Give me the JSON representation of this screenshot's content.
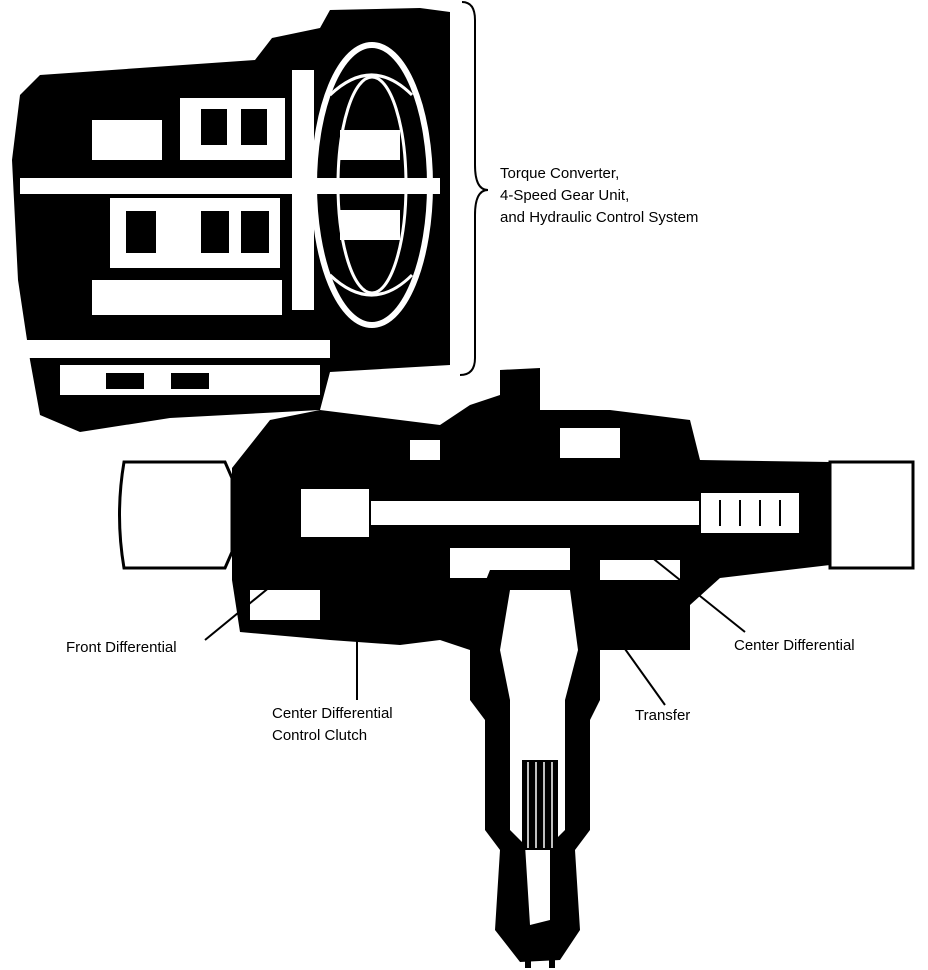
{
  "labels": {
    "converter_group": [
      "Torque Converter,",
      "4-Speed Gear Unit,",
      "and Hydraulic Control System"
    ],
    "front_differential": "Front Differential",
    "center_differential": "Center Differential",
    "clutch": [
      "Center Differential",
      "Control Clutch"
    ],
    "transfer": "Transfer"
  },
  "colors": {
    "ink": "#000000",
    "paper": "#ffffff"
  }
}
